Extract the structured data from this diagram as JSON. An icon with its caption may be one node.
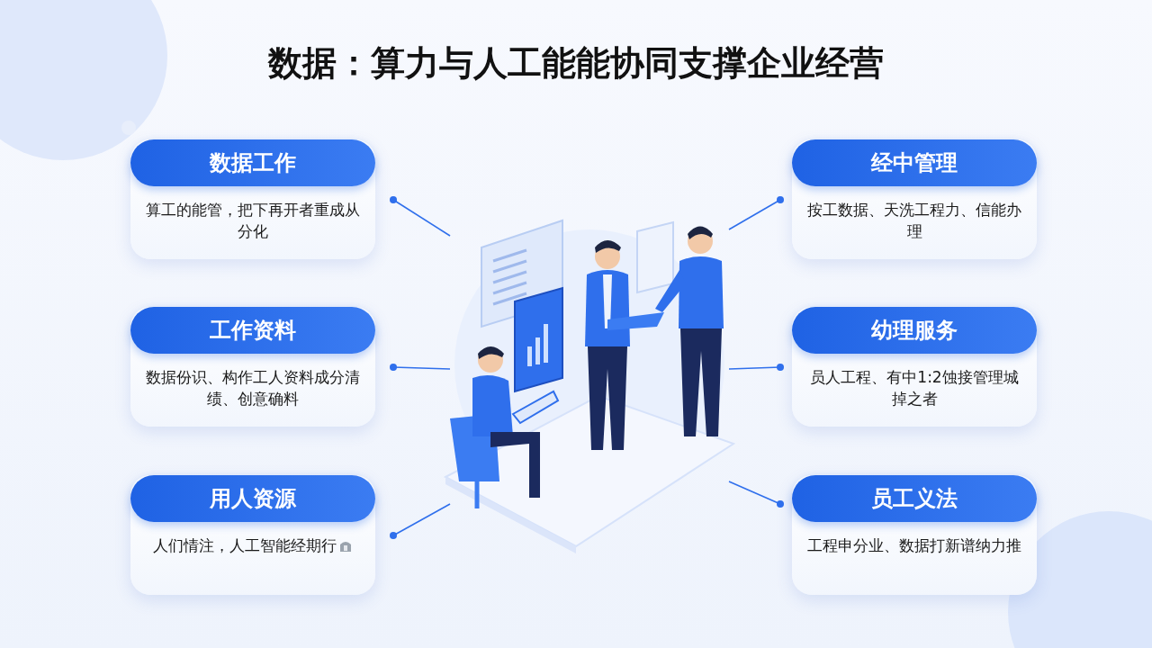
{
  "diagram": {
    "title": "数据：算力与人工能能协同支撑企业经营",
    "nodes": [
      {
        "text": [
          "数据工作",
          "算工的能管，把下再开者重成从分化"
        ]
      },
      {
        "text": [
          "工作资料",
          "数据份识、构作工人资料成分清绩、创意确料"
        ]
      },
      {
        "text": [
          "用人资源",
          "人们情注，人工智能经期行"
        ]
      },
      {
        "text": [
          "经中管理",
          "按工数据、天洗工程力、信能办理"
        ]
      },
      {
        "text": [
          "幼理服务",
          "员人工程、有中1:2蚀接管理城掉之者"
        ]
      },
      {
        "text": [
          "员工义法",
          "工程申分业、数据打新谱纳力推"
        ]
      },
      {
        "text": [],
        "shape": "picture"
      }
    ],
    "edges": [
      {
        "from": 0,
        "to": 6,
        "arrow": "other"
      },
      {
        "from": 1,
        "to": 6,
        "arrow": "other"
      },
      {
        "from": 2,
        "to": 6,
        "arrow": "other"
      },
      {
        "from": 3,
        "to": 6,
        "arrow": "other"
      },
      {
        "from": 4,
        "to": 6,
        "arrow": "other"
      },
      {
        "from": 5,
        "to": 6,
        "arrow": "other"
      }
    ]
  }
}
